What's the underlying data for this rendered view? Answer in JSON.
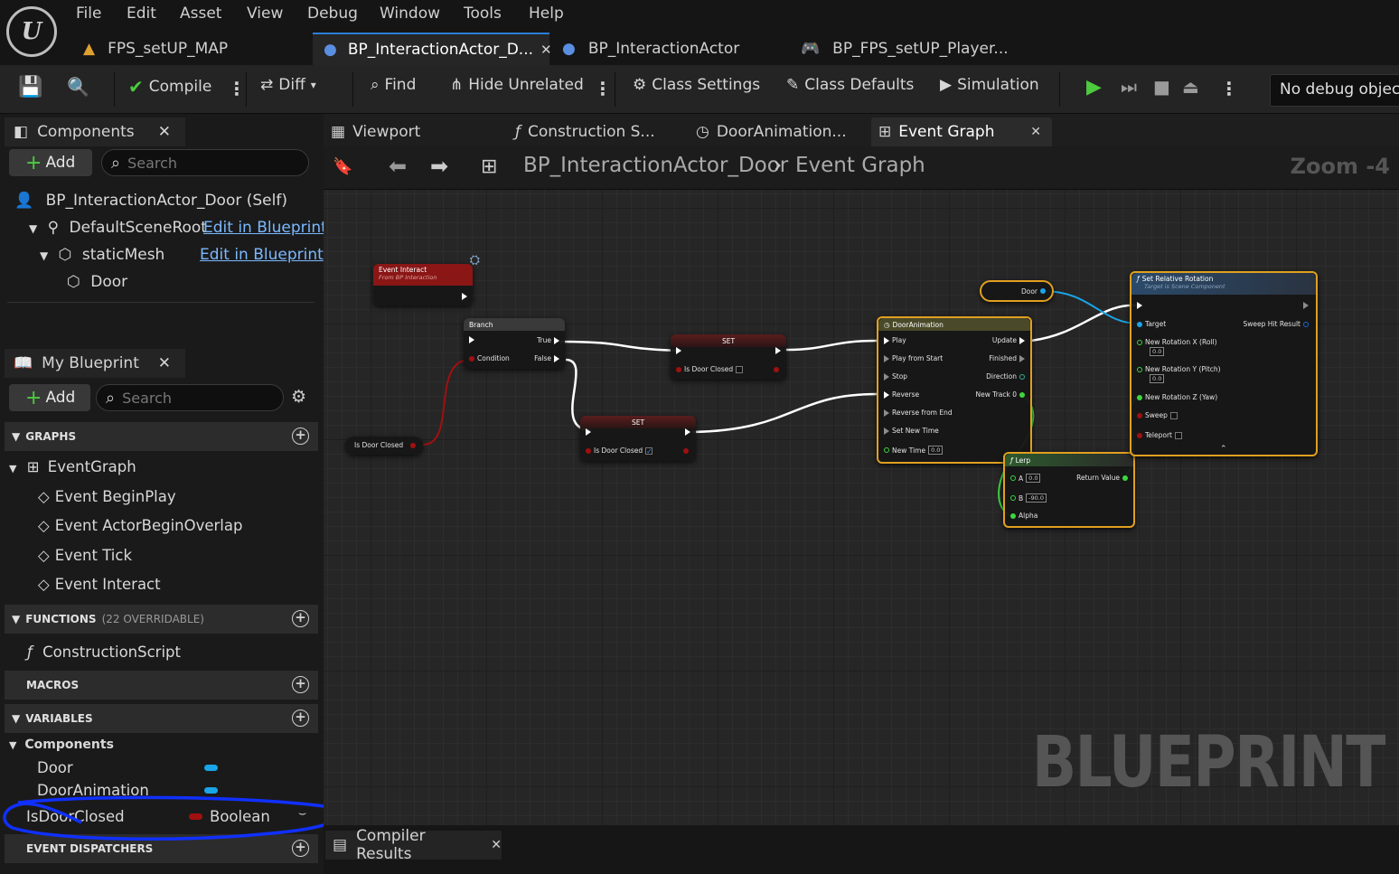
{
  "menu": [
    "File",
    "Edit",
    "Asset",
    "View",
    "Debug",
    "Window",
    "Tools",
    "Help"
  ],
  "doc_tabs": [
    {
      "label": "FPS_setUP_MAP"
    },
    {
      "label": "BP_InteractionActor_D..."
    },
    {
      "label": "BP_InteractionActor"
    },
    {
      "label": "BP_FPS_setUP_Player..."
    }
  ],
  "toolbar": {
    "compile": "Compile",
    "diff": "Diff",
    "find": "Find",
    "hide_unrelated": "Hide Unrelated",
    "class_settings": "Class Settings",
    "class_defaults": "Class Defaults",
    "simulation": "Simulation",
    "debug_object": "No debug object"
  },
  "components_panel": {
    "title": "Components",
    "add": "Add",
    "search_placeholder": "Search",
    "tree": [
      {
        "label": "BP_InteractionActor_Door (Self)"
      },
      {
        "label": "DefaultSceneRoot",
        "link": "Edit in Blueprint"
      },
      {
        "label": "staticMesh",
        "link": "Edit in Blueprint"
      },
      {
        "label": "Door"
      }
    ]
  },
  "my_blueprint": {
    "title": "My Blueprint",
    "add": "Add",
    "search_placeholder": "Search",
    "graphs_header": "GRAPHS",
    "event_graph": "EventGraph",
    "events": [
      "Event BeginPlay",
      "Event ActorBeginOverlap",
      "Event Tick",
      "Event Interact"
    ],
    "functions_header": "FUNCTIONS",
    "functions_note": "(22 OVERRIDABLE)",
    "functions": [
      "ConstructionScript"
    ],
    "macros_header": "MACROS",
    "variables_header": "VARIABLES",
    "components_category": "Components",
    "component_vars": [
      "Door",
      "DoorAnimation"
    ],
    "var_name": "IsDoorClosed",
    "var_type": "Boolean",
    "dispatchers_header": "EVENT DISPATCHERS"
  },
  "graph_tabs": [
    "Viewport",
    "Construction S...",
    "DoorAnimation...",
    "Event Graph"
  ],
  "breadcrumb": {
    "blueprint": "BP_InteractionActor_Door",
    "graph": "Event Graph",
    "zoom": "Zoom -4"
  },
  "watermark": "BLUEPRINT",
  "nodes": {
    "event_interact": {
      "title": "Event Interact",
      "subtitle": "From BP Interaction"
    },
    "branch": {
      "title": "Branch",
      "true": "True",
      "false": "False",
      "condition": "Condition"
    },
    "set1": {
      "title": "SET",
      "pin": "Is Door Closed"
    },
    "set2": {
      "title": "SET",
      "pin": "Is Door Closed"
    },
    "get_var": {
      "label": "Is Door Closed"
    },
    "door_var": {
      "label": "Door"
    },
    "timeline": {
      "title": "DoorAnimation",
      "pins_in": [
        "Play",
        "Play from Start",
        "Stop",
        "Reverse",
        "Reverse from End",
        "Set New Time",
        "New Time"
      ],
      "pins_out": [
        "Update",
        "Finished",
        "Direction",
        "New Track 0"
      ],
      "new_time": "0.0"
    },
    "lerp": {
      "title": "Lerp",
      "a": "A",
      "a_val": "0.0",
      "b": "B",
      "b_val": "-90.0",
      "alpha": "Alpha",
      "ret": "Return Value"
    },
    "set_rot": {
      "title": "Set Relative Rotation",
      "subtitle": "Target is Scene Component",
      "target": "Target",
      "sweep_hit": "Sweep Hit Result",
      "x": "New Rotation X (Roll)",
      "x_val": "0.0",
      "y": "New Rotation Y (Pitch)",
      "y_val": "0.0",
      "z": "New Rotation Z (Yaw)",
      "sweep": "Sweep",
      "teleport": "Teleport"
    }
  },
  "bottom_tab": "Compiler Results"
}
